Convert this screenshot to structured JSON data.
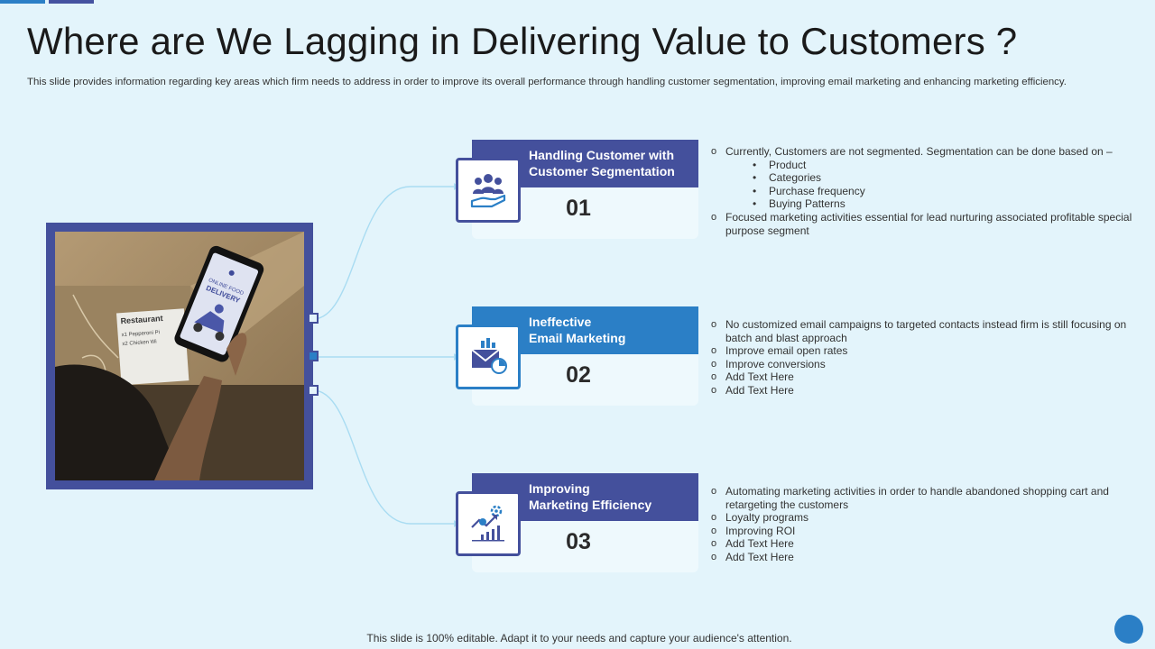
{
  "title": "Where are We Lagging in Delivering Value to Customers ?",
  "subtitle": "This slide provides information regarding key areas which firm needs to address in order to improve its overall performance through handling customer segmentation, improving email marketing and enhancing marketing efficiency.",
  "photo": {
    "phone_line1": "ONLINE FOOD",
    "phone_line2": "DELIVERY",
    "receipt_title": "Restaurant",
    "receipt_line1": "x1 Pepperoni Pi",
    "receipt_line2": "x2 Chicken Wi"
  },
  "cards": [
    {
      "heading_line1": "Handling Customer with",
      "heading_line2": "Customer Segmentation",
      "number": "01",
      "icon": "customer-group-hand-icon"
    },
    {
      "heading_line1": "Ineffective",
      "heading_line2": "Email Marketing",
      "number": "02",
      "icon": "email-chart-icon"
    },
    {
      "heading_line1": "Improving",
      "heading_line2": "Marketing Efficiency",
      "number": "03",
      "icon": "growth-chart-icon"
    }
  ],
  "details": {
    "card1": {
      "b1": "Currently, Customers are not segmented. Segmentation can be done based on –",
      "sub": [
        "Product",
        "Categories",
        "Purchase frequency",
        "Buying Patterns"
      ],
      "b2": "Focused marketing activities essential for lead nurturing associated profitable special purpose segment"
    },
    "card2": [
      "No customized email campaigns to targeted contacts instead firm is still focusing on batch and blast approach",
      "Improve email open rates",
      "Improve conversions",
      "Add Text Here",
      "Add Text Here"
    ],
    "card3": [
      "Automating marketing activities in order to handle abandoned shopping cart and retargeting the customers",
      "Loyalty programs",
      "Improving ROI",
      "Add Text Here",
      "Add Text Here"
    ]
  },
  "footer": "This slide is 100% editable. Adapt it to your needs and capture your audience's attention.",
  "colors": {
    "background": "#e3f4fb",
    "navy": "#44509c",
    "blue": "#2b7fc6"
  }
}
